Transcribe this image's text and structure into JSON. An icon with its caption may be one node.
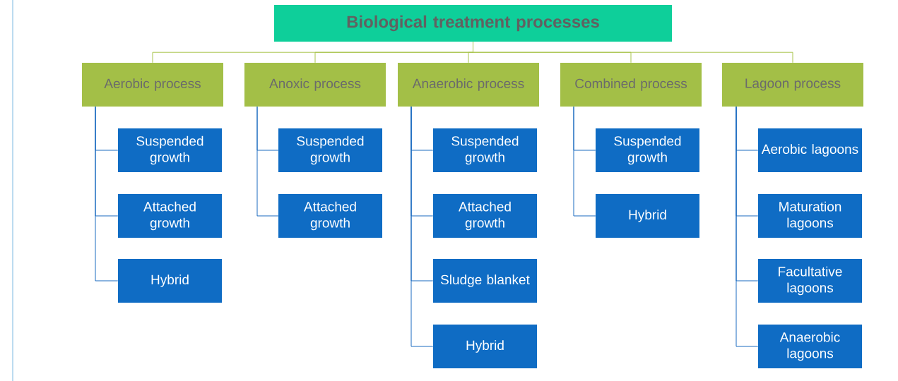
{
  "diagram": {
    "nodes": [
      {
        "text": [
          "Biological treatment processes"
        ]
      },
      {
        "text": [
          "Aerobic process"
        ]
      },
      {
        "text": [
          "Anoxic process"
        ]
      },
      {
        "text": [
          "Anaerobic process"
        ]
      },
      {
        "text": [
          "Combined process"
        ]
      },
      {
        "text": [
          "Lagoon process"
        ]
      },
      {
        "text": [
          "Suspended growth"
        ]
      },
      {
        "text": [
          "Attached growth"
        ]
      },
      {
        "text": [
          "Hybrid"
        ]
      },
      {
        "text": [
          "Suspended growth"
        ]
      },
      {
        "text": [
          "Attached growth"
        ]
      },
      {
        "text": [
          "Suspended growth"
        ]
      },
      {
        "text": [
          "Attached growth"
        ]
      },
      {
        "text": [
          "Sludge blanket"
        ]
      },
      {
        "text": [
          "Hybrid"
        ]
      },
      {
        "text": [
          "Suspended growth"
        ]
      },
      {
        "text": [
          "Hybrid"
        ]
      },
      {
        "text": [
          "Aerobic lagoons"
        ]
      },
      {
        "text": [
          "Maturation lagoons"
        ]
      },
      {
        "text": [
          "Facultative lagoons"
        ]
      },
      {
        "text": [
          "Anaerobic lagoons"
        ]
      }
    ],
    "edges": [
      {
        "from": 0,
        "to": 1,
        "arrow": "none",
        "color": "#a8c44a"
      },
      {
        "from": 0,
        "to": 2,
        "arrow": "none",
        "color": "#a8c44a"
      },
      {
        "from": 0,
        "to": 3,
        "arrow": "none",
        "color": "#a8c44a"
      },
      {
        "from": 0,
        "to": 4,
        "arrow": "none",
        "color": "#a8c44a"
      },
      {
        "from": 0,
        "to": 5,
        "arrow": "none",
        "color": "#a8c44a"
      },
      {
        "from": 1,
        "to": 6,
        "arrow": "none"
      },
      {
        "from": 1,
        "to": 7,
        "arrow": "none"
      },
      {
        "from": 1,
        "to": 8,
        "arrow": "none"
      },
      {
        "from": 2,
        "to": 9,
        "arrow": "none"
      },
      {
        "from": 2,
        "to": 10,
        "arrow": "none"
      },
      {
        "from": 3,
        "to": 11,
        "arrow": "none"
      },
      {
        "from": 3,
        "to": 12,
        "arrow": "none"
      },
      {
        "from": 3,
        "to": 13,
        "arrow": "none"
      },
      {
        "from": 3,
        "to": 14,
        "arrow": "none"
      },
      {
        "from": 4,
        "to": 15,
        "arrow": "none"
      },
      {
        "from": 4,
        "to": 16,
        "arrow": "none"
      },
      {
        "from": 5,
        "to": 17,
        "arrow": "none"
      },
      {
        "from": 5,
        "to": 18,
        "arrow": "none"
      },
      {
        "from": 5,
        "to": 19,
        "arrow": "none"
      },
      {
        "from": 5,
        "to": 20,
        "arrow": "none"
      }
    ]
  }
}
